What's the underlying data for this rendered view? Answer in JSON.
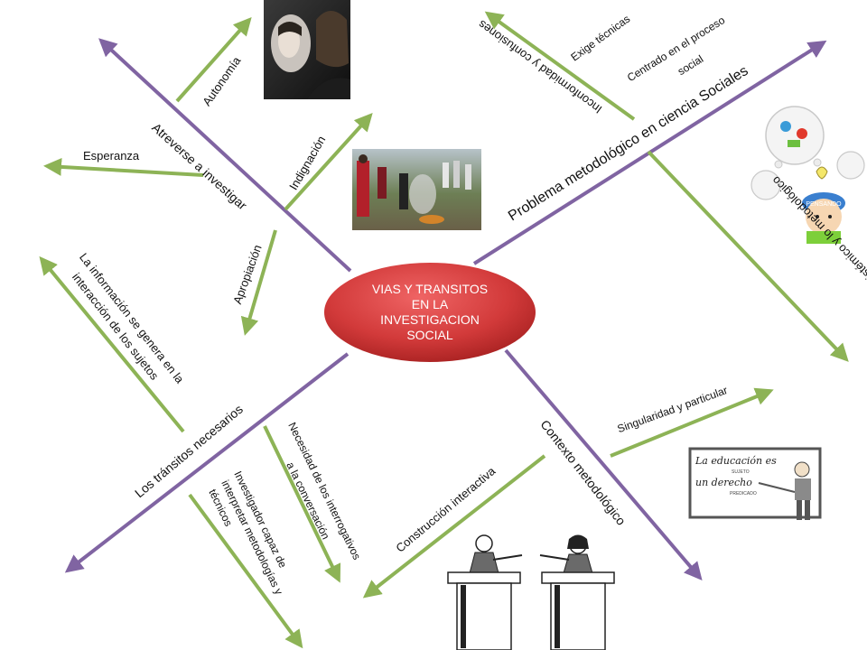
{
  "title": "VIAS Y TRANSITOS EN LA INVESTIGACION SOCIAL",
  "colors": {
    "main_branch": "#8064a2",
    "sub_branch": "#8db356",
    "center_fill": "#d23a3a",
    "center_text": "#ffffff"
  },
  "branches": {
    "problema": "Problema metodológico en ciencia Sociales",
    "atreverse": "Atreverse  a investigar",
    "contexto": "Contexto metodológico",
    "transitos": "Los tránsitos necesarios"
  },
  "sub": {
    "inconformidad": "Inconformidad y confusiones",
    "exige": "Exige técnicas",
    "centrado1": "Centrado en el proceso",
    "centrado2": "social",
    "interes": "Interés por lo epistémico y lo metodológico",
    "autonomia": "Autonomía",
    "esperanza": "Esperanza",
    "indignacion": "Indignación",
    "apropiacion": "Apropiación",
    "informacion1": "La información se genera en la",
    "informacion2": "interacción de los sujetos",
    "singularidad": "Singularidad y particular",
    "construccion": "Construcción interactiva",
    "necesidad1": "Necesidad de los interrogativos",
    "necesidad2": "a la conversación",
    "investigador1": "Investigador capaz de",
    "investigador2": "interpretar metodologías y",
    "investigador3": "técnicos"
  },
  "images": {
    "mirror": "mirror-photo",
    "ritual": "ritual-photo",
    "thinking": "thinking-child-illustration",
    "blackboard": "blackboard-illustration",
    "debate": "debate-podiums-illustration"
  },
  "blackboard_text": {
    "line1": "La educación es",
    "line2": "un derecho",
    "small1": "SUJETO",
    "small2": "PREDICADO"
  },
  "thinking_tag": "PENSANDO"
}
